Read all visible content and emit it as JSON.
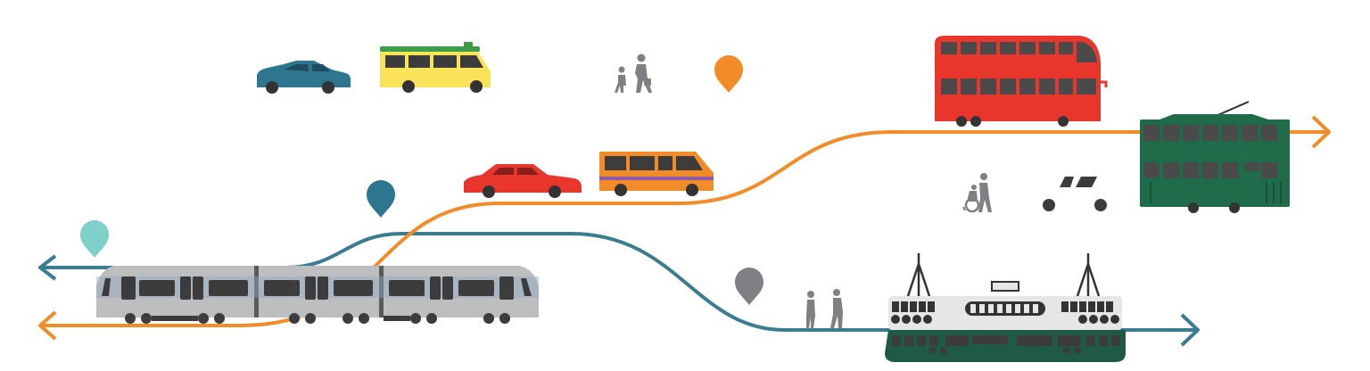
{
  "scene": {
    "type": "transport-illustration",
    "routes": [
      {
        "name": "orange-route",
        "color": "#F28C28",
        "ends": [
          "left-arrow",
          "right-arrow"
        ]
      },
      {
        "name": "teal-route",
        "color": "#3A7D91",
        "ends": [
          "left-arrow",
          "right-arrow"
        ]
      }
    ],
    "markers": [
      {
        "icon": "location-pin-icon",
        "color": "#F28C28"
      },
      {
        "icon": "location-pin-icon",
        "color": "#2E7590"
      },
      {
        "icon": "location-pin-icon",
        "color": "#7FCFCB"
      },
      {
        "icon": "location-pin-icon",
        "color": "#7E8084"
      }
    ],
    "vehicles": [
      {
        "icon": "car-icon",
        "color": "#2E7590"
      },
      {
        "icon": "minibus-icon",
        "color": "#F9E35A",
        "roof_color": "#3E9B46"
      },
      {
        "icon": "pedestrians-icon",
        "color": "#7E8084"
      },
      {
        "icon": "double-decker-bus-icon",
        "color": "#E8362C"
      },
      {
        "icon": "taxi-icon",
        "color": "#E8362C"
      },
      {
        "icon": "minibus-icon",
        "color": "#F28C28",
        "stripe_color": "#8E5BA6"
      },
      {
        "icon": "tram-icon",
        "color": "#1F6B4A"
      },
      {
        "icon": "wheelchair-user-icon",
        "color": "#7E8084"
      },
      {
        "icon": "personal-mobility-icon",
        "color": "#3C3C3C"
      },
      {
        "icon": "light-rail-train-icon",
        "color": "#BDBEC0"
      },
      {
        "icon": "ferry-icon",
        "color": "#1F5A44"
      },
      {
        "icon": "pedestrians-icon",
        "color": "#7E8084"
      }
    ]
  }
}
